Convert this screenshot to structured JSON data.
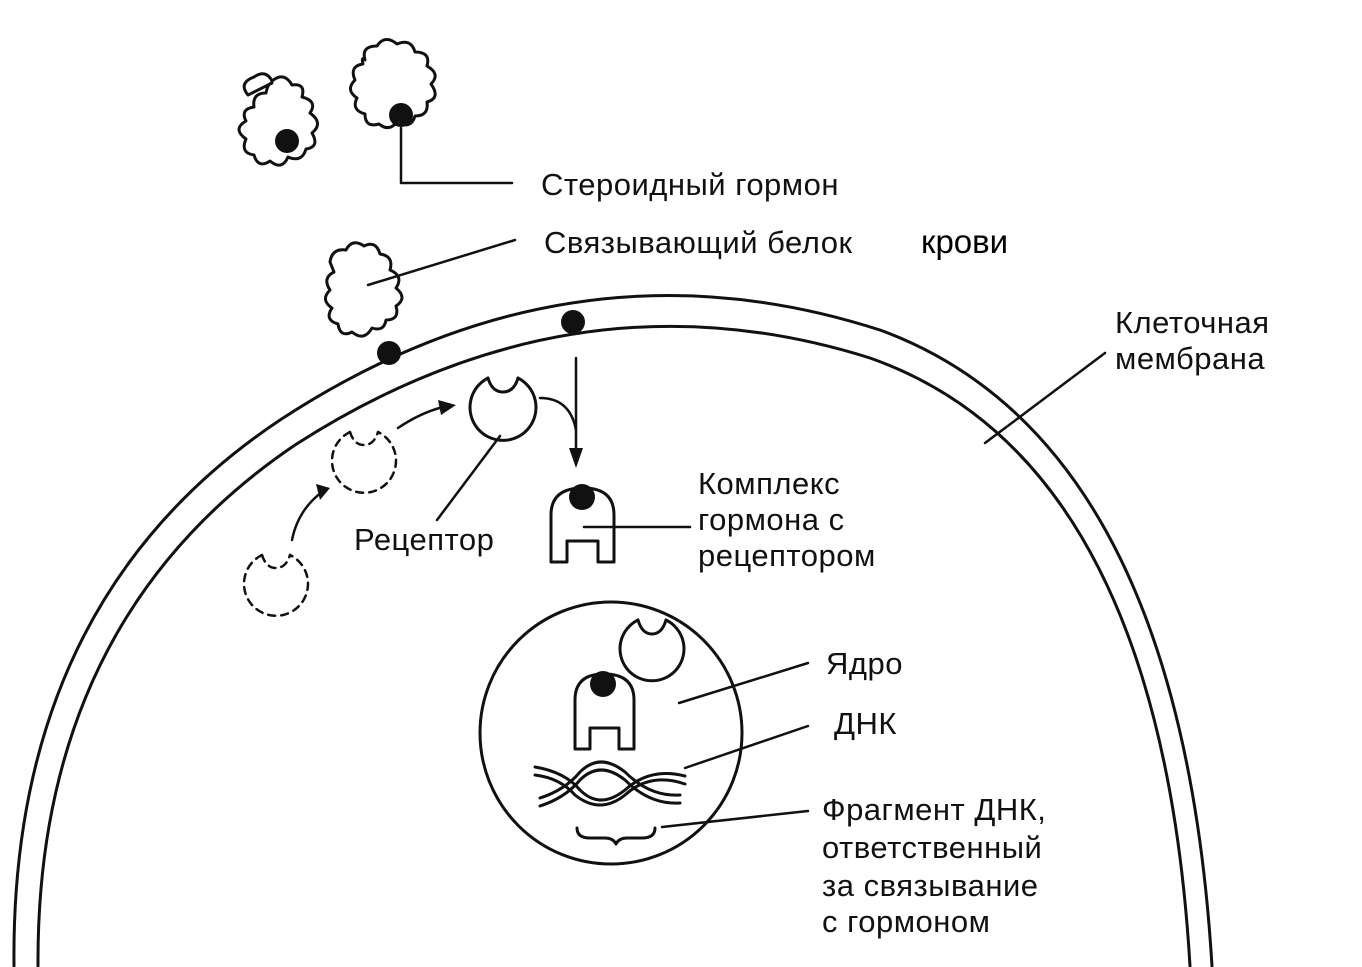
{
  "labels": {
    "steroid_hormone": "Стероидный гормон",
    "binding_protein": "Связывающий белок",
    "binding_protein_suffix": "крови",
    "cell_membrane_line1": "Клеточная",
    "cell_membrane_line2": "мембрана",
    "complex_line1": "Комплекс",
    "complex_line2": "гормона с",
    "complex_line3": "рецептором",
    "receptor": "Рецептор",
    "nucleus": "Ядро",
    "dna": "ДНК",
    "fragment_line1": "Фрагмент ДНК,",
    "fragment_line2": "ответственный",
    "fragment_line3": "за связывание",
    "fragment_line4": "с  гормоном"
  },
  "colors": {
    "ink": "#111111",
    "background": "#ffffff"
  }
}
